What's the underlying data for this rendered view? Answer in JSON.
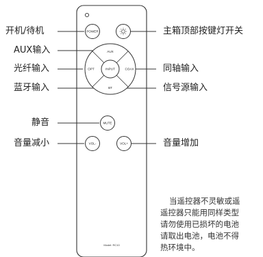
{
  "callouts": {
    "power": "开机/待机",
    "aux": "AUX输入",
    "optical": "光纤输入",
    "bluetooth": "蓝牙输入",
    "mute": "静音",
    "vol_down": "音量减小",
    "top_light": "主箱顶部按键灯开关",
    "coax": "同轴输入",
    "input": "信号源输入",
    "vol_up": "音量增加"
  },
  "buttons": {
    "power": "POWER",
    "light_icon": "sun-icon",
    "aux": "AUX",
    "opt": "OPT",
    "input": "INPUT",
    "coax": "COAX",
    "bt": "BT",
    "mute": "MUTE",
    "vol_down": "VOL-",
    "vol_up": "VOL+"
  },
  "model": "Model: RC10",
  "note": [
    "当遥控器不灵敏或遥",
    "遥控器只能用同样类型",
    "请勿使用已损坏的电池",
    "请取出电池，电池不得",
    "热环境中。"
  ],
  "colors": {
    "outline": "#333333",
    "text": "#222222"
  }
}
